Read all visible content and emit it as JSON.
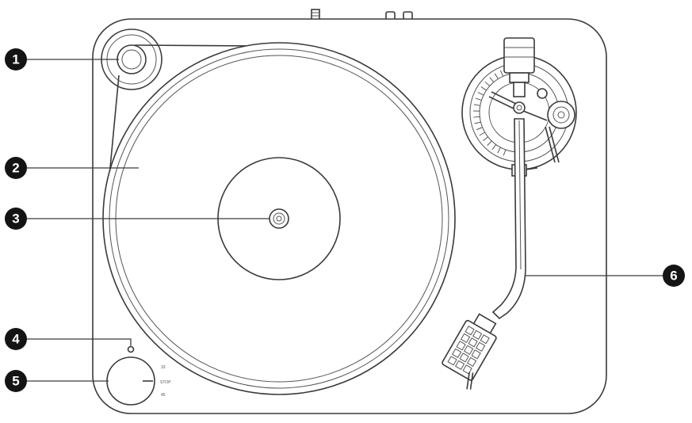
{
  "callouts": [
    {
      "id": "1",
      "label": "1"
    },
    {
      "id": "2",
      "label": "2"
    },
    {
      "id": "3",
      "label": "3"
    },
    {
      "id": "4",
      "label": "4"
    },
    {
      "id": "5",
      "label": "5"
    },
    {
      "id": "6",
      "label": "6"
    }
  ],
  "knob": {
    "stop_label": "STOP"
  },
  "colors": {
    "line": "#3a3a3a",
    "callout": "#141414",
    "background": "#ffffff"
  }
}
